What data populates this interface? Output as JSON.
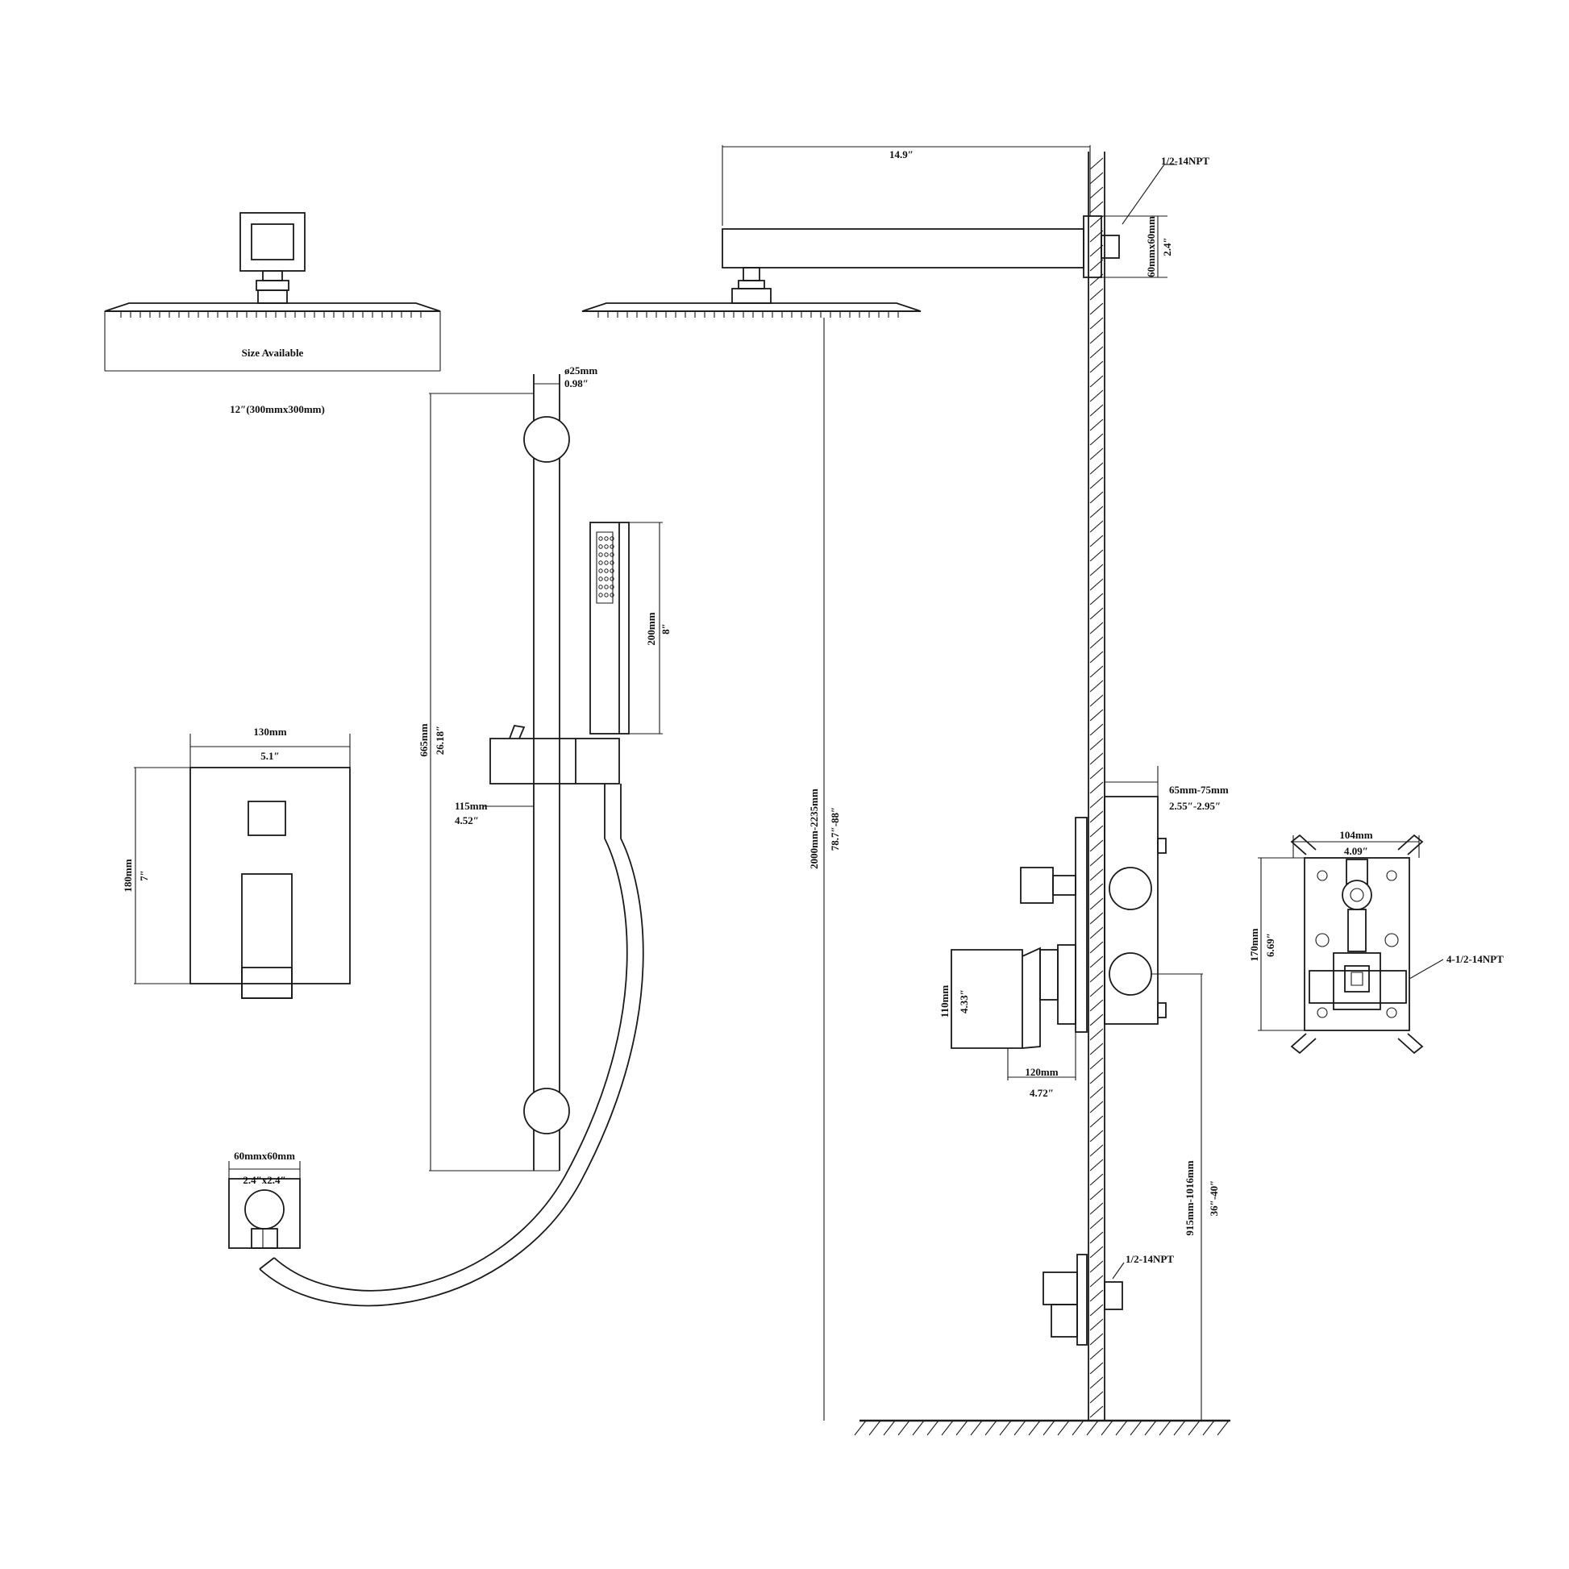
{
  "overhead_shower": {
    "size_caption": "Size Available",
    "size_value": "12″(300mmx300mm)"
  },
  "shower_arm": {
    "length": "14.9″",
    "connection": "1/2-14NPT",
    "flange_mm": "60mmx60mm",
    "flange_in": "2.4″"
  },
  "slide_bar": {
    "diameter_mm": "ø25mm",
    "diameter_in": "0.98″",
    "length_mm": "665mm",
    "length_in": "26.18″",
    "holder_mm": "115mm",
    "holder_in": "4.52″"
  },
  "hand_shower": {
    "length_mm": "200mm",
    "length_in": "8″"
  },
  "trim_plate": {
    "width_mm": "130mm",
    "width_in": "5.1″",
    "height_mm": "180mm",
    "height_in": "7″"
  },
  "wall_outlet": {
    "size_mm": "60mmx60mm",
    "size_in": "2.4″x2.4″"
  },
  "installation": {
    "shower_height_mm": "2000mm-2235mm",
    "shower_height_in": "78.7″-88″",
    "valve_height_mm": "915mm-1016mm",
    "valve_height_in": "36″-40″",
    "valve_depth_mm": "65mm-75mm",
    "valve_depth_in": "2.55″-2.95″",
    "handle_reach_mm": "120mm",
    "handle_reach_in": "4.72″",
    "handle_height_mm": "110mm",
    "handle_height_in": "4.33″",
    "spout_connection": "1/2-14NPT"
  },
  "valve_body": {
    "width_mm": "104mm",
    "width_in": "4.09″",
    "height_mm": "170mm",
    "height_in": "6.69″",
    "connection": "4-1/2-14NPT"
  }
}
